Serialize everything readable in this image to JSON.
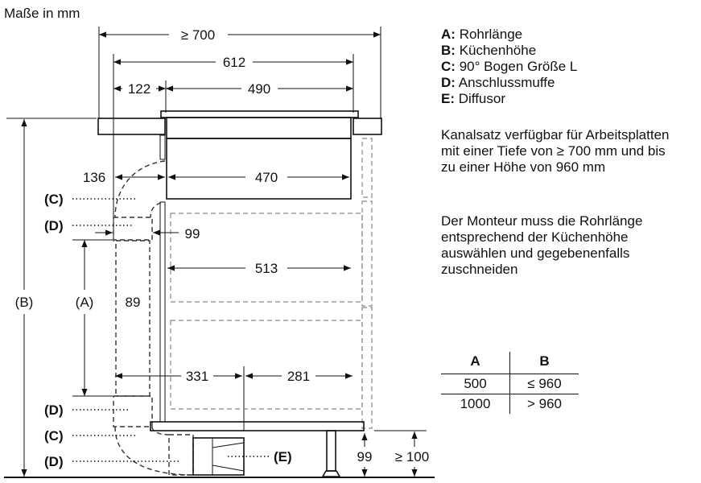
{
  "title": "Maße in mm",
  "dimensions": {
    "overall_depth": "≥ 700",
    "hob_depth": "612",
    "front_offset": "122",
    "cutout_depth": "490",
    "duct_offset": "136",
    "hob_body_depth": "470",
    "duct_gap": "99",
    "inner_depth": "513",
    "duct_width": "89",
    "lower_left": "331",
    "lower_right": "281",
    "plinth_height": "99",
    "plinth_min": "≥ 100"
  },
  "callouts": {
    "A": "(A)",
    "B": "(B)",
    "C": "(C)",
    "D": "(D)",
    "E": "(E)"
  },
  "legend": [
    {
      "key": "A:",
      "text": "Rohrlänge"
    },
    {
      "key": "B:",
      "text": "Küchenhöhe"
    },
    {
      "key": "C:",
      "text": "90° Bogen Größe L"
    },
    {
      "key": "D:",
      "text": "Anschlussmuffe"
    },
    {
      "key": "E:",
      "text": "Diffusor"
    }
  ],
  "notes": [
    "Kanalsatz verfügbar für Arbeitsplatten mit einer Tiefe von ≥ 700 mm und bis zu einer Höhe von 960 mm",
    "Der Monteur muss die Rohrlänge entsprechend der Küchenhöhe auswählen und gegebenenfalls zuschneiden"
  ],
  "table": {
    "headers": [
      "A",
      "B"
    ],
    "rows": [
      [
        "500",
        "≤ 960"
      ],
      [
        "1000",
        "> 960"
      ]
    ]
  }
}
